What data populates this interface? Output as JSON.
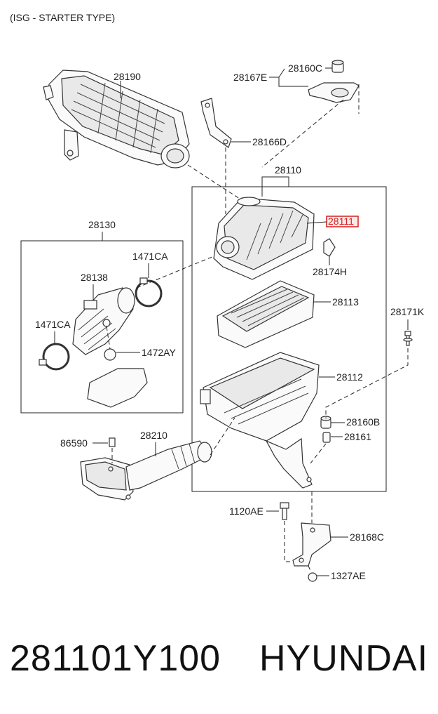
{
  "diagram": {
    "header_note": "(ISG - STARTER TYPE)",
    "highlight_color": "#d42020",
    "labels": {
      "p28190": "28190",
      "p28160C": "28160C",
      "p28167E": "28167E",
      "p28166D": "28166D",
      "p28110": "28110",
      "p28111": "28111",
      "p28130": "28130",
      "p1471CA_top": "1471CA",
      "p28138": "28138",
      "p28174H": "28174H",
      "p28113": "28113",
      "p1471CA_left": "1471CA",
      "p1472AY": "1472AY",
      "p28171K": "28171K",
      "p28112": "28112",
      "p28160B": "28160B",
      "p86590": "86590",
      "p28210": "28210",
      "p28161": "28161",
      "p1120AE": "1120AE",
      "p28168C": "28168C",
      "p1327AE": "1327AE"
    }
  },
  "footer": {
    "part_number": "281101Y100",
    "brand": "HYUNDAI"
  }
}
